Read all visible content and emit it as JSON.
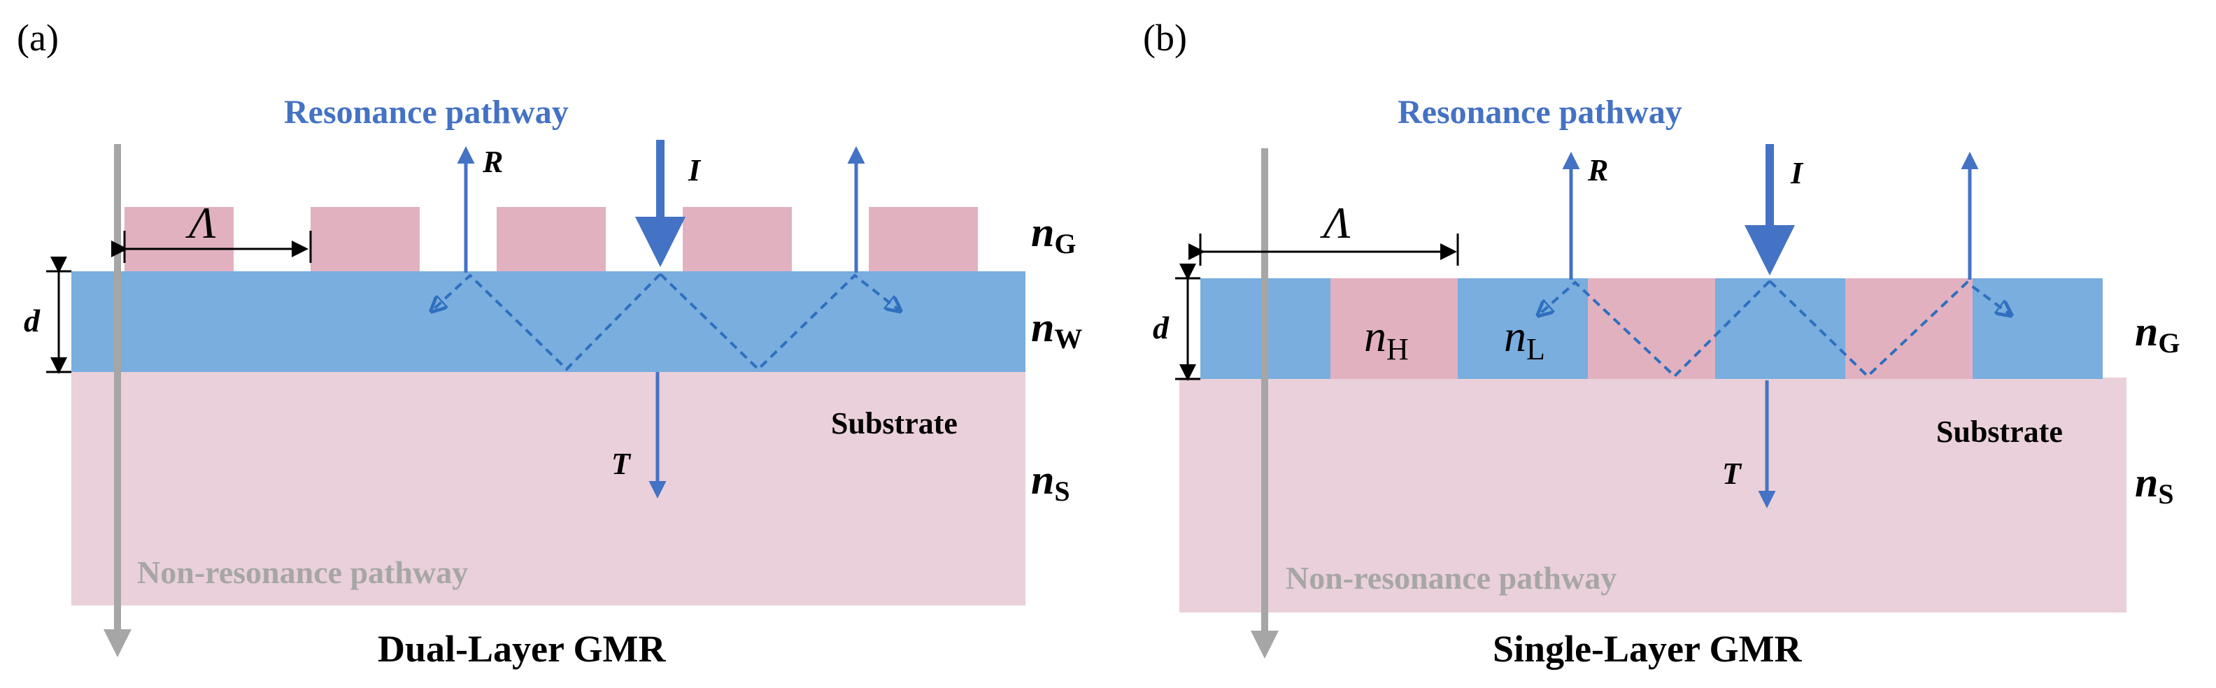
{
  "colors": {
    "resonance": "#4472c4",
    "ray_blue": "#4472c4",
    "dashed_blue": "#2f6fbf",
    "non_resonance": "#a6a6a6",
    "substrate": "#ead0da",
    "grating": "#e2b1c0",
    "waveguide": "#79aedf",
    "text": "#000000"
  },
  "panels": [
    {
      "label": "(a)",
      "resonance_title": "Resonance pathway",
      "non_resonance_title": "Non-resonance pathway",
      "caption": "Dual-Layer GMR",
      "substrate_label": "Substrate",
      "period_symbol": "Λ",
      "thickness_symbol": "d",
      "rays": {
        "incident": "I",
        "reflected": "R",
        "transmitted": "T"
      },
      "indices": [
        {
          "symbol": "n",
          "subscript": "G"
        },
        {
          "symbol": "n",
          "subscript": "W"
        },
        {
          "symbol": "n",
          "subscript": "S"
        }
      ]
    },
    {
      "label": "(b)",
      "resonance_title": "Resonance pathway",
      "non_resonance_title": "Non-resonance pathway",
      "caption": "Single-Layer GMR",
      "substrate_label": "Substrate",
      "period_symbol": "Λ",
      "thickness_symbol": "d",
      "rays": {
        "incident": "I",
        "reflected": "R",
        "transmitted": "T"
      },
      "grating_indices": [
        {
          "symbol": "n",
          "subscript": "H"
        },
        {
          "symbol": "n",
          "subscript": "L"
        }
      ],
      "indices": [
        {
          "symbol": "n",
          "subscript": "G"
        },
        {
          "symbol": "n",
          "subscript": "S"
        }
      ]
    }
  ]
}
